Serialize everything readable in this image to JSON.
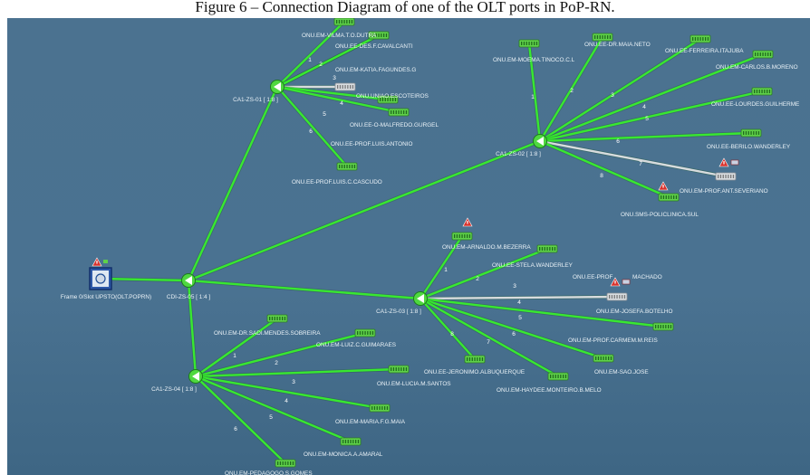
{
  "caption": "Figure 6 – Connection Diagram of one of the OLT ports in PoP-RN.",
  "colors": {
    "active_link": "#38e830",
    "inactive_link": "#d8dcde",
    "background": "#4a7190",
    "onu_active": "#5fd14a",
    "onu_inactive": "#d9dde0",
    "alarm": "#d8322d"
  },
  "olt": {
    "label": "Frame 0/Slot UPSTO(OLT.POPRN)"
  },
  "cdi": {
    "label": "CDI-ZS-05 [ 1:4 ]"
  },
  "splitters": [
    {
      "label": "CA1-ZS-01 [ 1:8 ]",
      "onus": [
        {
          "num": "1",
          "label": "ONU.EM-VILMA.T.O.DUTRA",
          "status": "active"
        },
        {
          "num": "2",
          "label": "ONU.EE-DES.F.CAVALCANTI",
          "status": "active"
        },
        {
          "num": "",
          "label": "ONU.EM-KATIA.FAGUNDES.G",
          "status": "active"
        },
        {
          "num": "3",
          "label": "ONU.UNIAO.ESCOTEIROS",
          "status": "inactive"
        },
        {
          "num": "4",
          "label": "",
          "status": "active"
        },
        {
          "num": "5",
          "label": "ONU.EE-O-MALFREDO.GURGEL",
          "status": "active"
        },
        {
          "num": "",
          "label": "ONU.EE-PROF.LUIS.ANTONIO",
          "status": "active"
        },
        {
          "num": "6",
          "label": "ONU.EE-PROF.LUIS.C.CASCUDO",
          "status": "active"
        }
      ]
    },
    {
      "label": "CA1-ZS-02 [ 1:8 ]",
      "onus": [
        {
          "num": "1",
          "label": "ONU.EM-MOEMA.TINOCO.C.L",
          "status": "active"
        },
        {
          "num": "2",
          "label": "ONU.EE-DR.MAIA.NETO",
          "status": "active"
        },
        {
          "num": "3",
          "label": "ONU.EE-FERREIRA.ITAJUBA",
          "status": "active"
        },
        {
          "num": "4",
          "label": "ONU.EM-CARLOS.B.MORENO",
          "status": "active"
        },
        {
          "num": "5",
          "label": "ONU.EE-LOURDES.GUILHERME",
          "status": "active"
        },
        {
          "num": "6",
          "label": "ONU.EE-BERILO.WANDERLEY",
          "status": "active"
        },
        {
          "num": "7",
          "label": "ONU.EM-PROF.ANT.SEVERIANO",
          "status": "inactive"
        },
        {
          "num": "8",
          "label": "ONU.SMS-POLICLINICA.SUL",
          "status": "active"
        }
      ]
    },
    {
      "label": "CA1-ZS-03 [ 1:8 ]",
      "onus": [
        {
          "num": "1",
          "label": "ONU.EM-ARNALDO.M.BEZERRA",
          "status": "active"
        },
        {
          "num": "2",
          "label": "ONU.EE-STELA.WANDERLEY",
          "status": "active"
        },
        {
          "num": "3",
          "label": "ONU.EE-PROF",
          "status": "active"
        },
        {
          "num": "",
          "label": "MACHADO",
          "status": "active"
        },
        {
          "num": "4",
          "label": "ONU.EM-JOSEFA.BOTELHO",
          "status": "inactive"
        },
        {
          "num": "5",
          "label": "ONU.EM-PROF.CARMEM.M.REIS",
          "status": "active"
        },
        {
          "num": "6",
          "label": "ONU.EM-SAO.JOSE",
          "status": "active"
        },
        {
          "num": "7",
          "label": "ONU.EM-HAYDEE.MONTEIRO.B.MELO",
          "status": "active"
        },
        {
          "num": "8",
          "label": "ONU.EE-JERONIMO.ALBUQUERQUE",
          "status": "active"
        }
      ]
    },
    {
      "label": "CA1-ZS-04 [ 1:8 ]",
      "onus": [
        {
          "num": "",
          "label": "ONU.EM-DR.SADI.MENDES.SOBREIRA",
          "status": "active"
        },
        {
          "num": "1",
          "label": "ONU.EM-LUIZ.C.GUIMARAES",
          "status": "active"
        },
        {
          "num": "2",
          "label": "",
          "status": "active"
        },
        {
          "num": "3",
          "label": "ONU.EM-LUCIA.M.SANTOS",
          "status": "active"
        },
        {
          "num": "4",
          "label": "ONU.EM-MARIA.F.G.MAIA",
          "status": "active"
        },
        {
          "num": "5",
          "label": "ONU.EM-MONICA.A.AMARAL",
          "status": "active"
        },
        {
          "num": "6",
          "label": "ONU.EM-PEDAGOGO.S.GOMES",
          "status": "active"
        }
      ]
    }
  ]
}
